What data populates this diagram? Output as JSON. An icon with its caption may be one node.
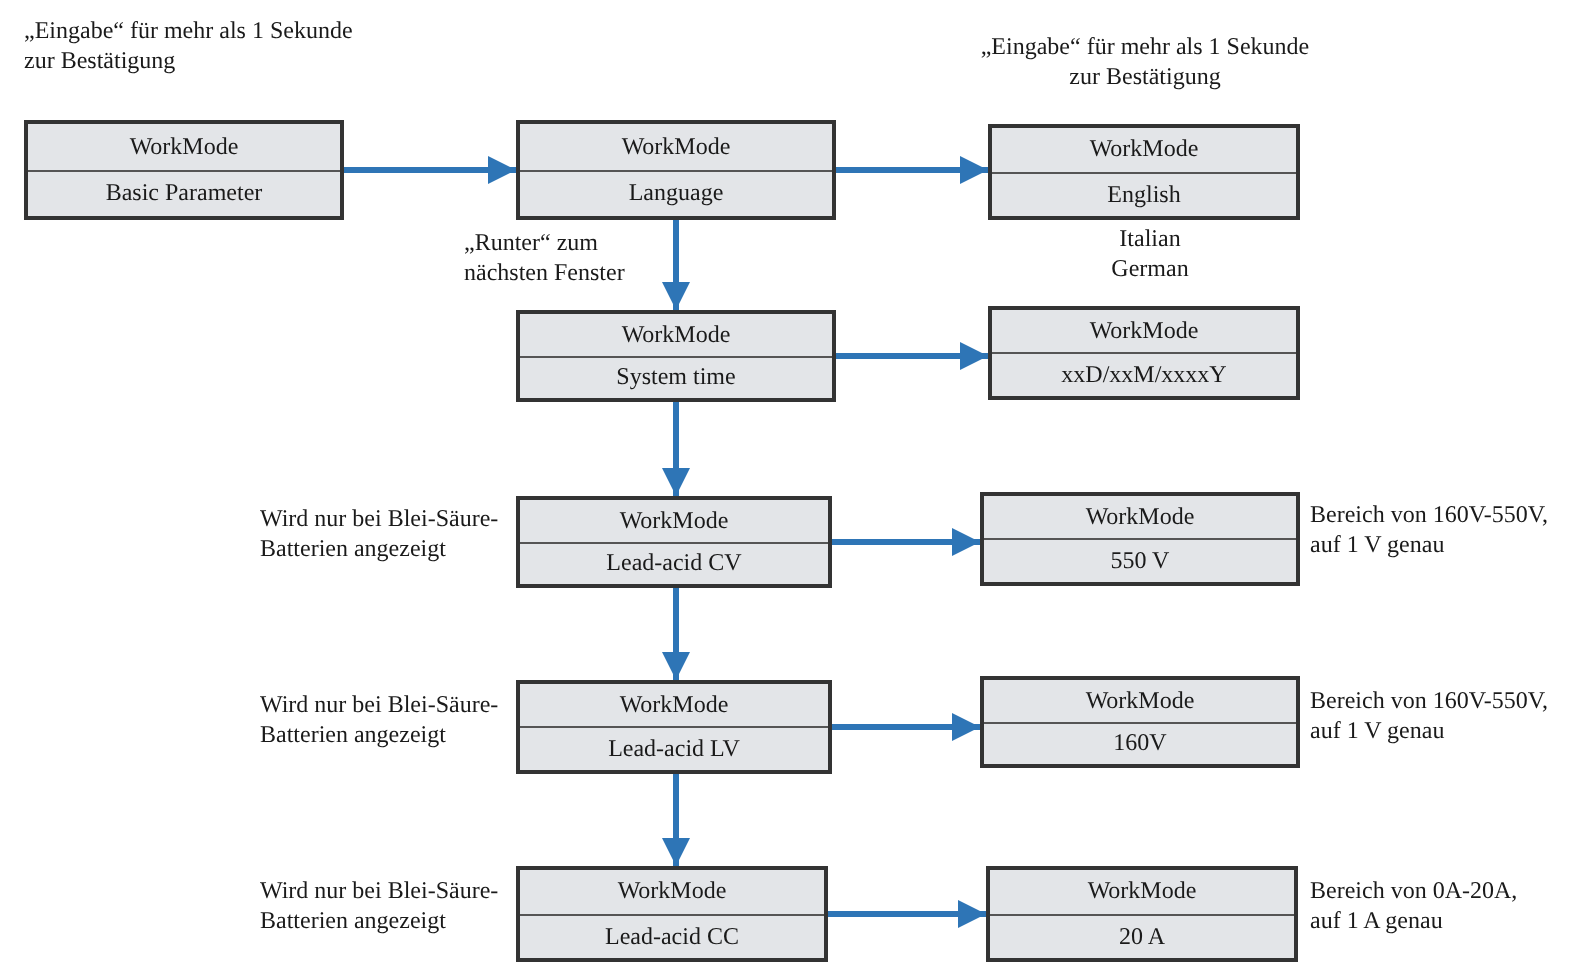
{
  "diagram": {
    "nodes": [
      {
        "text": [
          "WorkMode",
          "Basic Parameter"
        ],
        "beside": [
          "„Eingabe“ für mehr als 1 Sekunde zur Bestätigung"
        ]
      },
      {
        "text": [
          "WorkMode",
          "Language"
        ]
      },
      {
        "text": [
          "WorkMode",
          "English"
        ],
        "beside": [
          "„Eingabe“ für mehr als 1 Sekunde zur Bestätigung",
          "Italian",
          "German"
        ]
      },
      {
        "text": [
          "WorkMode",
          "System time"
        ]
      },
      {
        "text": [
          "WorkMode",
          "xxD/xxM/xxxxY"
        ]
      },
      {
        "text": [
          "WorkMode",
          "Lead-acid CV"
        ],
        "beside": [
          "Wird nur bei Blei-Säure-Batterien angezeigt"
        ]
      },
      {
        "text": [
          "WorkMode",
          "550 V"
        ],
        "beside": [
          "Bereich von 160V-550V, auf 1 V genau"
        ]
      },
      {
        "text": [
          "WorkMode",
          "Lead-acid LV"
        ],
        "beside": [
          "Wird nur bei Blei-Säure-Batterien angezeigt"
        ]
      },
      {
        "text": [
          "WorkMode",
          "160V"
        ],
        "beside": [
          "Bereich von 160V-550V, auf 1 V genau"
        ]
      },
      {
        "text": [
          "WorkMode",
          "Lead-acid CC"
        ],
        "beside": [
          "Wird nur bei Blei-Säure-Batterien angezeigt"
        ]
      },
      {
        "text": [
          "WorkMode",
          "20 A"
        ],
        "beside": [
          "Bereich von 0A-20A, auf 1 A genau"
        ]
      }
    ],
    "edges": [
      {
        "from": 0,
        "to": 1,
        "arrow": "to"
      },
      {
        "from": 1,
        "to": 2,
        "arrow": "to"
      },
      {
        "from": 1,
        "to": 3,
        "arrow": "to",
        "label": "„Runter“ zum nächsten Fenster"
      },
      {
        "from": 3,
        "to": 4,
        "arrow": "to"
      },
      {
        "from": 3,
        "to": 5,
        "arrow": "to"
      },
      {
        "from": 5,
        "to": 6,
        "arrow": "to"
      },
      {
        "from": 5,
        "to": 7,
        "arrow": "to"
      },
      {
        "from": 7,
        "to": 8,
        "arrow": "to"
      },
      {
        "from": 7,
        "to": 9,
        "arrow": "to"
      },
      {
        "from": 9,
        "to": 10,
        "arrow": "to"
      }
    ]
  }
}
